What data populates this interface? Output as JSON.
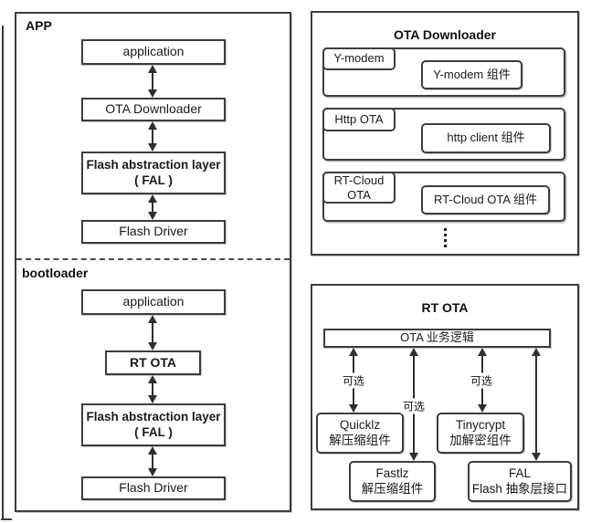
{
  "diagram": {
    "left_panel": {
      "section1_label": "APP",
      "section1": {
        "application": "application",
        "ota_downloader": "OTA Downloader",
        "fal_line1": "Flash abstraction layer",
        "fal_line2": "( FAL )",
        "flash_driver": "Flash Driver"
      },
      "section2_label": "bootloader",
      "section2": {
        "application": "application",
        "rt_ota": "RT OTA",
        "fal_line1": "Flash abstraction layer",
        "fal_line2": "( FAL )",
        "flash_driver": "Flash Driver"
      }
    },
    "ota_downloader_panel": {
      "title": "OTA Downloader",
      "rows": [
        {
          "tab": "Y-modem",
          "component": "Y-modem 组件"
        },
        {
          "tab": "Http OTA",
          "component": "http client 组件"
        },
        {
          "tab": "RT-Cloud OTA",
          "component": "RT-Cloud OTA 组件"
        }
      ]
    },
    "rt_ota_panel": {
      "title": "RT OTA",
      "logic_box": "OTA 业务逻辑",
      "optional_label": "可选",
      "boxes": {
        "quicklz": {
          "line1": "Quicklz",
          "line2": "解压缩组件"
        },
        "tinycrypt": {
          "line1": "Tinycrypt",
          "line2": "加解密组件"
        },
        "fastlz": {
          "line1": "Fastlz",
          "line2": "解压缩组件"
        },
        "fal_interface": {
          "line1": "FAL",
          "line2": "Flash 抽象层接口"
        }
      }
    },
    "colors": {
      "border": "#3d3d3d",
      "text": "#1a1a1a",
      "arrow": "#2f2f2f",
      "background": "#ffffff"
    }
  }
}
